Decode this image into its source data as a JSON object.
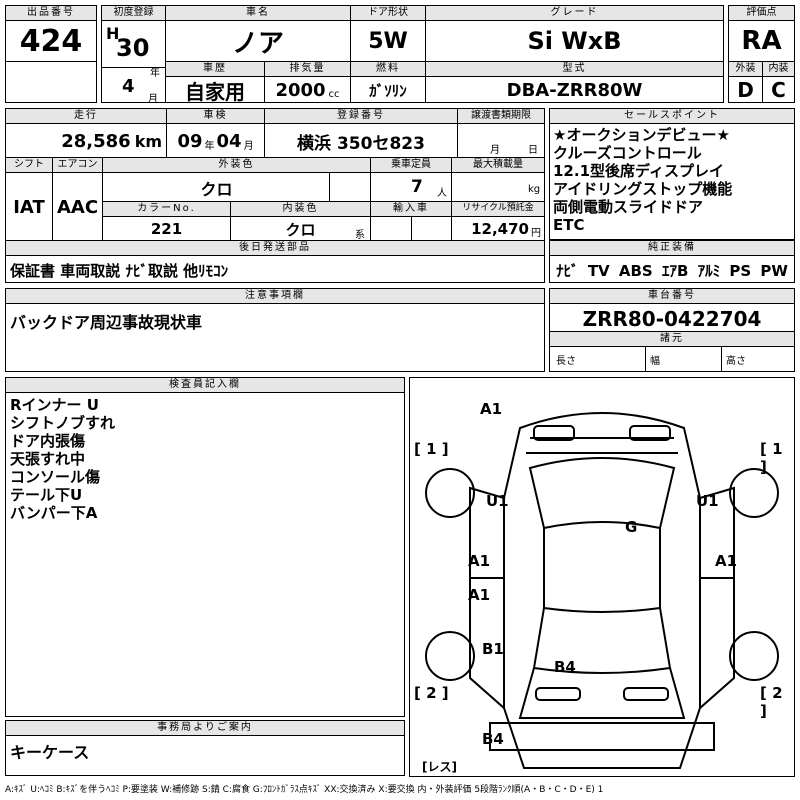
{
  "header_labels": {
    "lot_number": "出品番号",
    "first_registration": "初度登録",
    "car_name": "車名",
    "door_type": "ドア形状",
    "grade": "グレード",
    "rating": "評価点",
    "history": "車歴",
    "displacement": "排気量",
    "fuel": "燃料",
    "model_code": "型式",
    "exterior": "外装",
    "interior": "内装",
    "mileage": "走行",
    "inspection": "車検",
    "registration_number": "登録番号",
    "transfer_deadline": "譲渡書類期限",
    "sales_points": "セールスポイント",
    "shift": "シフト",
    "aircon": "エアコン",
    "exterior_color": "外装色",
    "capacity": "乗車定員",
    "max_load": "最大積載量",
    "color_no": "カラーNo.",
    "interior_color": "内装色",
    "import": "輸入車",
    "recycle_fee": "リサイクル預託金",
    "later_items": "後日発送部品",
    "genuine_equipment": "純正装備",
    "notes": "注意事項欄",
    "chassis_number": "車台番号",
    "dimensions": "諸元",
    "length": "長さ",
    "width": "幅",
    "height": "高さ",
    "inspector_notes": "検査員記入欄",
    "office_notes": "事務局よりご案内"
  },
  "lot_number": "424",
  "first_registration": {
    "era": "H",
    "year": "30",
    "year_unit": "年",
    "month": "4",
    "month_unit": "月"
  },
  "car_name": "ノア",
  "door_type": "5W",
  "grade": "Si WxB",
  "rating": "RA",
  "history": "自家用",
  "displacement": "2000",
  "displacement_unit": "cc",
  "fuel": "ｶﾞｿﾘﾝ",
  "model_code": "DBA-ZRR80W",
  "exterior_grade": "D",
  "interior_grade": "C",
  "mileage": "28,586",
  "mileage_unit": "km",
  "inspection": {
    "year": "09",
    "year_unit": "年",
    "month": "04",
    "month_unit": "月"
  },
  "registration_number": "横浜 350セ823",
  "transfer_deadline": {
    "month_unit": "月",
    "day_unit": "日"
  },
  "sales_points": [
    "★オークションデビュー★",
    "クルーズコントロール",
    "12.1型後席ディスプレイ",
    "アイドリングストップ機能",
    "両側電動スライドドア",
    "ETC"
  ],
  "shift": "IAT",
  "aircon": "AAC",
  "exterior_color": "クロ",
  "capacity": "7",
  "capacity_unit": "人",
  "max_load_unit": "kg",
  "color_no": "221",
  "interior_color": "クロ",
  "interior_color_unit": "系",
  "recycle_fee": "12,470",
  "recycle_unit": "円",
  "later_items": "保証書 車両取説 ﾅﾋﾞ取説 他ﾘﾓｺﾝ",
  "genuine_equipment": "ﾅﾋﾞ TV ABS ｴｱB ｱﾙﾐ PS PW",
  "notes": "バックドア周辺事故現状車",
  "chassis_number": "ZRR80-0422704",
  "inspector_notes": [
    "Rインナー U",
    "シフトノブすれ",
    "ドア内張傷",
    "天張すれ中",
    "コンソール傷",
    "テール下U",
    "バンパー下A"
  ],
  "office_notes": "キーケース",
  "diagram_marks": {
    "front_left": "A1",
    "front_right": "1",
    "front_left_bracket": "1",
    "u1_left": "U1",
    "u1_right": "U1",
    "g": "G",
    "a1_left": "A1",
    "a1_right": "A1",
    "a1_left2": "A1",
    "b1": "B1",
    "b4_center": "B4",
    "rear_left_bracket": "2",
    "rear_right_bracket": "2",
    "b4_bottom": "B4",
    "less": "レス"
  },
  "legend": "A:ｷｽﾞ U:ﾍｺﾐ B:ｷｽﾞを伴うﾍｺﾐ P:要塗装 W:補修跡 S:錆 C:腐食 G:ﾌﾛﾝﾄｶﾞﾗｽ点ｷｽﾞ XX:交換済み X:要交換 内・外装評価 5段階ﾗﾝｸ順(A・B・C・D・E) 1"
}
